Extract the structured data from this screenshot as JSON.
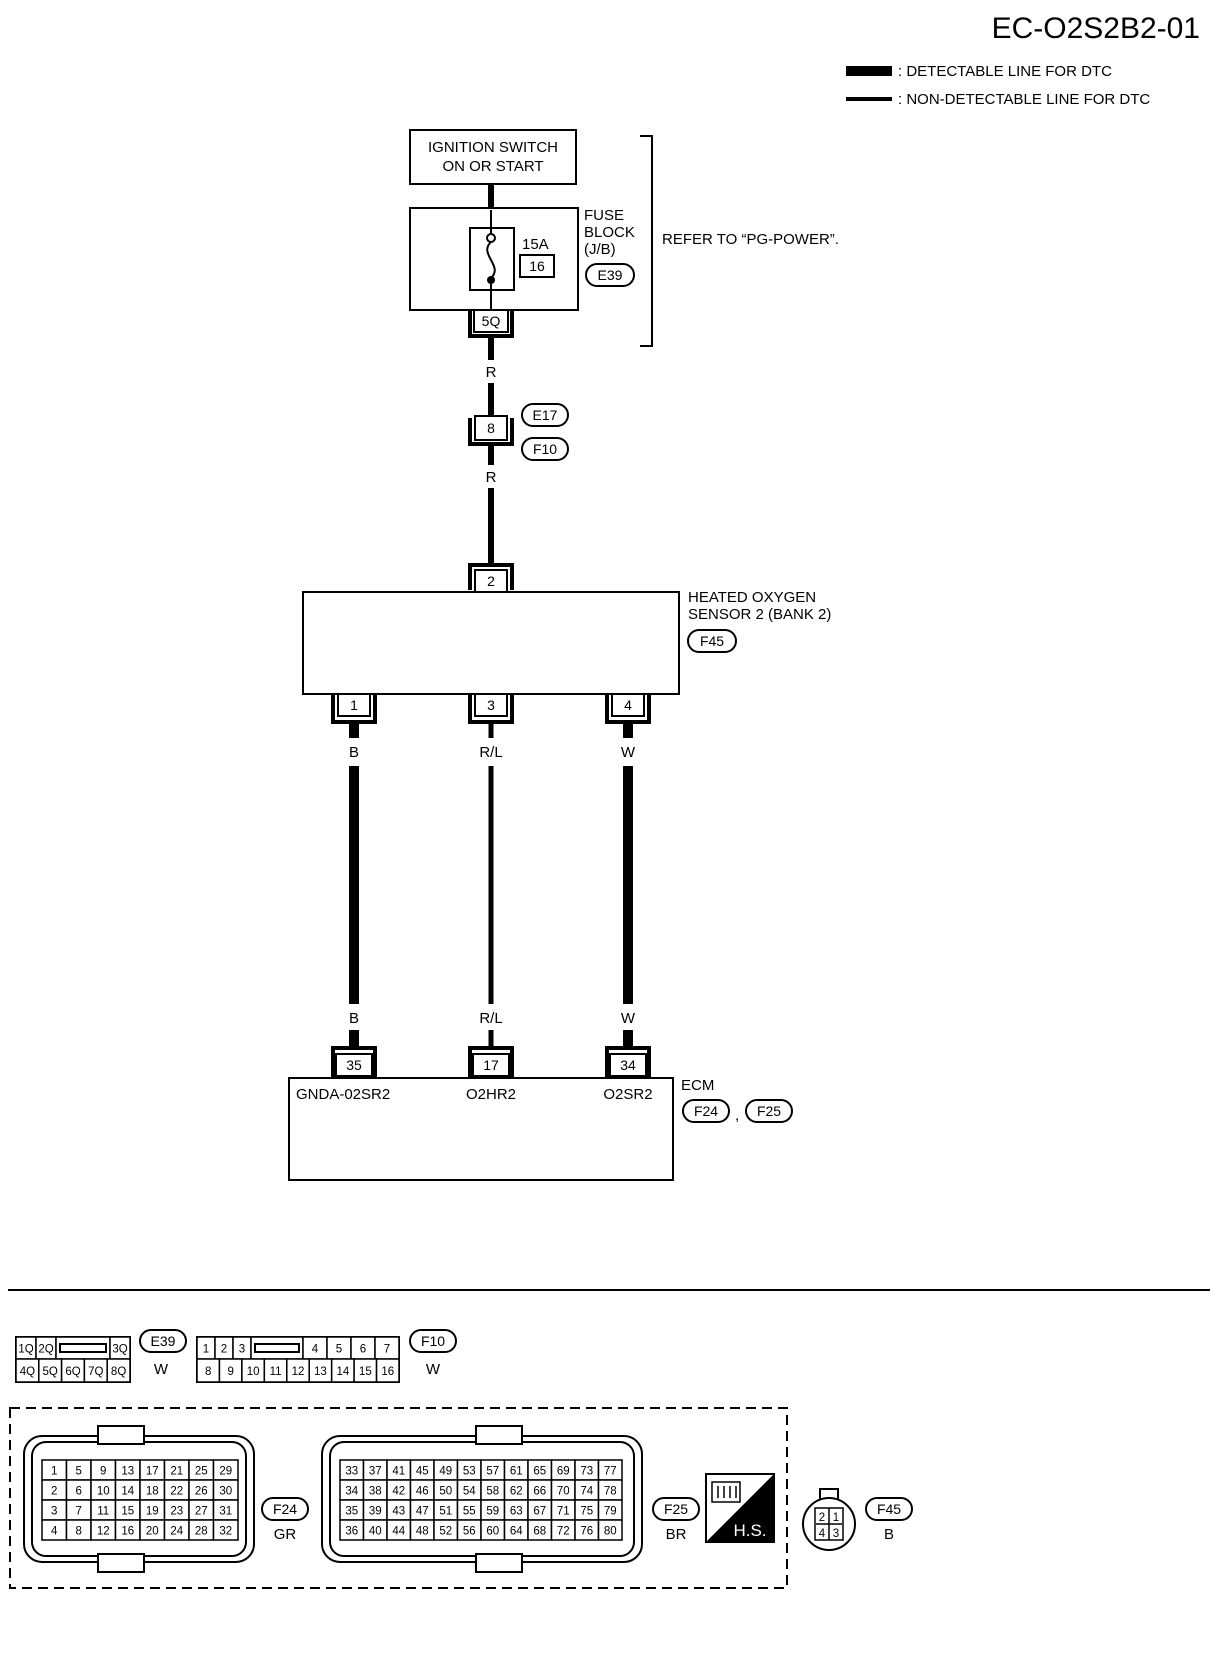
{
  "title": "EC-O2S2B2-01",
  "legend": {
    "detectable": ": DETECTABLE LINE FOR DTC",
    "non_detectable": ": NON-DETECTABLE LINE FOR DTC"
  },
  "ignition": {
    "line1": "IGNITION SWITCH",
    "line2": "ON OR START"
  },
  "fuse_block": {
    "line1": "FUSE",
    "line2": "BLOCK",
    "line3": "(J/B)",
    "connector": "E39",
    "amps": "15A",
    "fuse_no": "16",
    "terminal": "5Q"
  },
  "refer": "REFER TO “PG-POWER”.",
  "wire_r_top": "R",
  "junction": {
    "pin": "8",
    "conn_a": "E17",
    "conn_b": "F10"
  },
  "wire_r_mid": "R",
  "sensor": {
    "line1": "HEATED OXYGEN",
    "line2": "SENSOR 2 (BANK 2)",
    "connector": "F45",
    "pin_top": "2",
    "pins_bottom": [
      "1",
      "3",
      "4"
    ]
  },
  "wires_top": [
    "B",
    "R/L",
    "W"
  ],
  "wires_bottom": [
    "B",
    "R/L",
    "W"
  ],
  "ecm": {
    "label": "ECM",
    "pins": [
      "35",
      "17",
      "34"
    ],
    "signals": [
      "GNDA-02SR2",
      "O2HR2",
      "O2SR2"
    ],
    "conn_a": "F24",
    "sep": ",",
    "conn_b": "F25"
  },
  "e39_conn": {
    "id": "E39",
    "color": "W",
    "row1": [
      "1Q",
      "2Q",
      "",
      "3Q"
    ],
    "row2": [
      "4Q",
      "5Q",
      "6Q",
      "7Q",
      "8Q"
    ]
  },
  "f10_conn": {
    "id": "F10",
    "color": "W",
    "row1": [
      "1",
      "2",
      "3",
      "",
      "4",
      "5",
      "6",
      "7"
    ],
    "row2": [
      "8",
      "9",
      "10",
      "11",
      "12",
      "13",
      "14",
      "15",
      "16"
    ]
  },
  "f24_conn": {
    "id": "F24",
    "color": "GR",
    "rows": [
      [
        "1",
        "5",
        "9",
        "13",
        "17",
        "21",
        "25",
        "29"
      ],
      [
        "2",
        "6",
        "10",
        "14",
        "18",
        "22",
        "26",
        "30"
      ],
      [
        "3",
        "7",
        "11",
        "15",
        "19",
        "23",
        "27",
        "31"
      ],
      [
        "4",
        "8",
        "12",
        "16",
        "20",
        "24",
        "28",
        "32"
      ]
    ]
  },
  "f25_conn": {
    "id": "F25",
    "color": "BR",
    "rows": [
      [
        "33",
        "37",
        "41",
        "45",
        "49",
        "53",
        "57",
        "61",
        "65",
        "69",
        "73",
        "77"
      ],
      [
        "34",
        "38",
        "42",
        "46",
        "50",
        "54",
        "58",
        "62",
        "66",
        "70",
        "74",
        "78"
      ],
      [
        "35",
        "39",
        "43",
        "47",
        "51",
        "55",
        "59",
        "63",
        "67",
        "71",
        "75",
        "79"
      ],
      [
        "36",
        "40",
        "44",
        "48",
        "52",
        "56",
        "60",
        "64",
        "68",
        "72",
        "76",
        "80"
      ]
    ]
  },
  "hs_label": "H.S.",
  "f45_conn": {
    "id": "F45",
    "color": "B",
    "pins_top": [
      "2",
      "1"
    ],
    "pins_bottom": [
      "4",
      "3"
    ]
  }
}
